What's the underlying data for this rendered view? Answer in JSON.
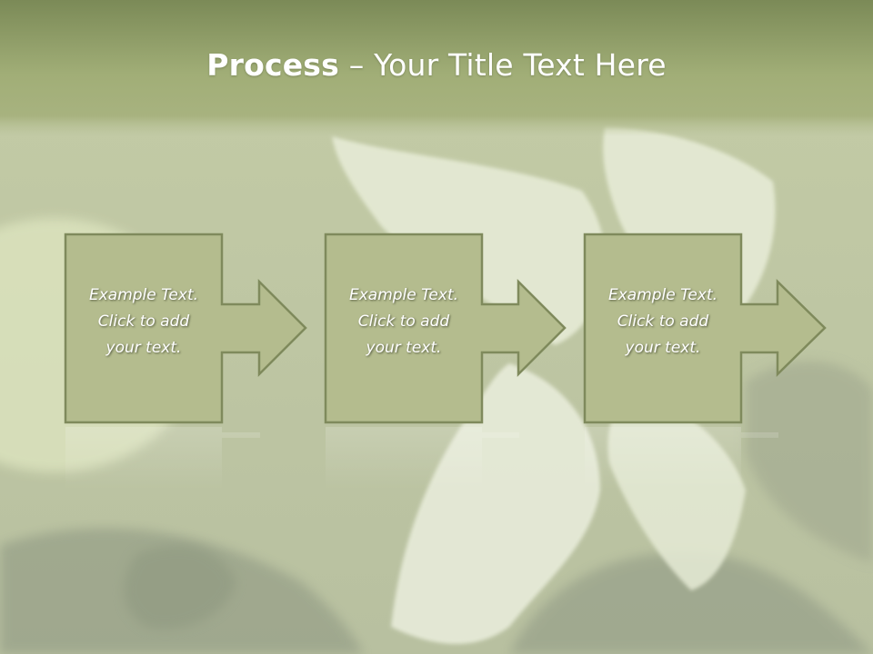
{
  "slide": {
    "title_bold": "Process",
    "title_separator": " – ",
    "title_rest": "Your Title Text Here"
  },
  "colors": {
    "title_bar": "#9aa872",
    "box_fill": "#b6be90",
    "box_border": "#7f8a5c",
    "text": "#ffffff"
  },
  "steps": [
    {
      "line1": "Example Text.",
      "line2": "Click  to add",
      "line3": "your text."
    },
    {
      "line1": "Example Text.",
      "line2": "Click  to add",
      "line3": "your text."
    },
    {
      "line1": "Example Text.",
      "line2": "Click  to add",
      "line3": "your text."
    }
  ]
}
